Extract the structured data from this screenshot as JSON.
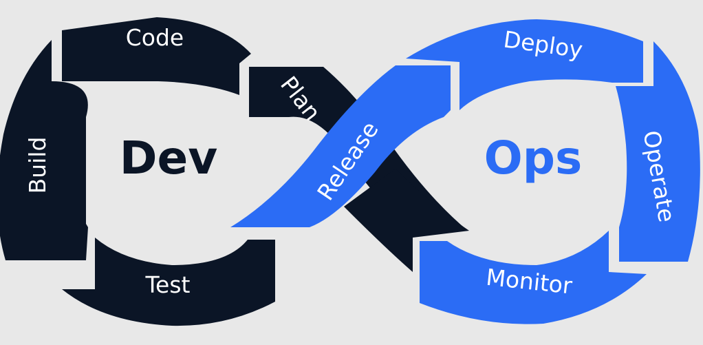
{
  "diagram": {
    "colors": {
      "background": "#e8e8e8",
      "dev": "#0b1526",
      "ops": "#2b6cf5",
      "label": "#ffffff"
    },
    "dev_title": "Dev",
    "ops_title": "Ops",
    "stages": {
      "plan": "Plan",
      "code": "Code",
      "build": "Build",
      "test": "Test",
      "release": "Release",
      "deploy": "Deploy",
      "operate": "Operate",
      "monitor": "Monitor"
    }
  }
}
